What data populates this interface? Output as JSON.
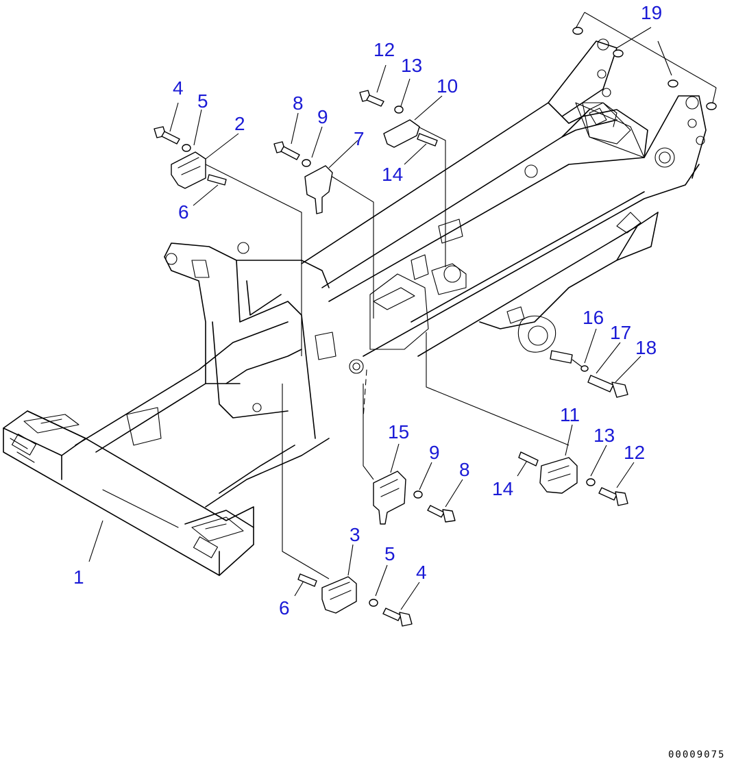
{
  "callouts": {
    "c1": "1",
    "c2": "2",
    "c3": "3",
    "c4a": "4",
    "c4b": "4",
    "c5a": "5",
    "c5b": "5",
    "c6a": "6",
    "c6b": "6",
    "c7": "7",
    "c8a": "8",
    "c8b": "8",
    "c9a": "9",
    "c9b": "9",
    "c10": "10",
    "c11": "11",
    "c12a": "12",
    "c12b": "12",
    "c13a": "13",
    "c13b": "13",
    "c14a": "14",
    "c14b": "14",
    "c15": "15",
    "c16": "16",
    "c17": "17",
    "c18": "18",
    "c19": "19"
  },
  "drawing_code": "00009075",
  "colors": {
    "callout": "#1a1ad6",
    "line": "#000000",
    "background": "#ffffff"
  }
}
